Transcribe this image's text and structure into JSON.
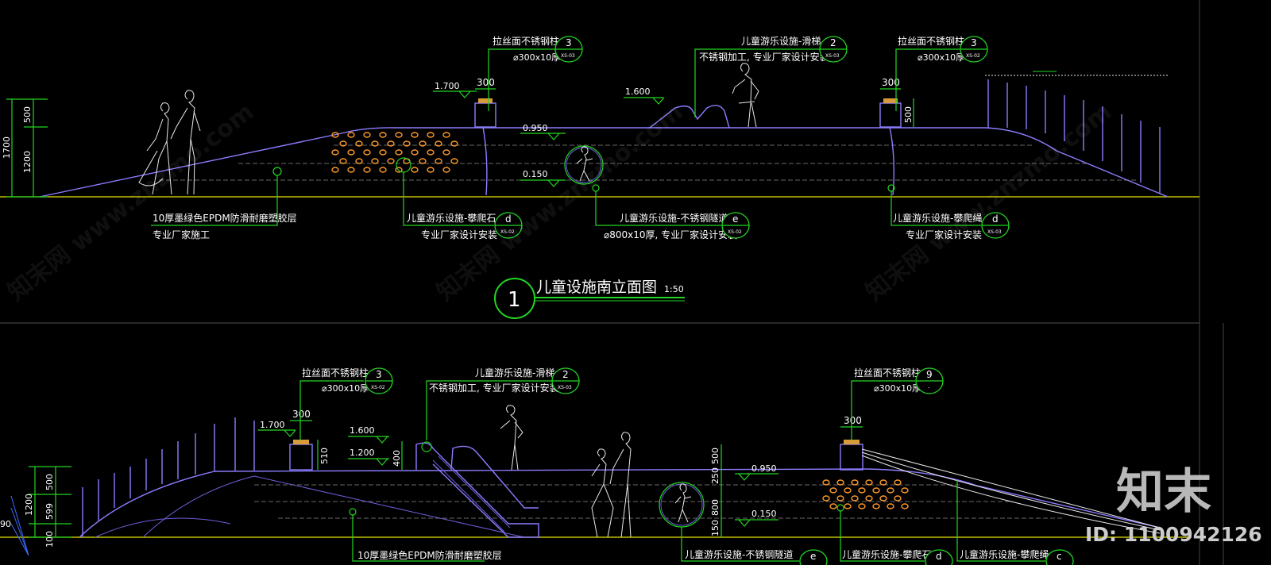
{
  "drawing1": {
    "callouts": {
      "post_left": {
        "line1": "拉丝面不锈钢柱",
        "line2": "⌀300x10厚",
        "bubble": "3",
        "ref": "XS-03"
      },
      "slide": {
        "line1": "儿童游乐设施-滑梯",
        "line2": "不锈钢加工, 专业厂家设计安装",
        "bubble": "2",
        "ref": "XS-03"
      },
      "post_right": {
        "line1": "拉丝面不锈钢柱",
        "line2": "⌀300x10厚",
        "bubble": "3",
        "ref": "XS-02"
      },
      "epdm": {
        "line1": "10厚墨绿色EPDM防滑耐磨塑胶层",
        "line2": "专业厂家施工"
      },
      "climb_stone": {
        "line1": "儿童游乐设施-攀爬石",
        "line2": "专业厂家设计安装",
        "bubble": "d",
        "ref": "XS-02"
      },
      "tunnel": {
        "line1": "儿童游乐设施-不锈钢隧道",
        "line2": "⌀800x10厚, 专业厂家设计安装",
        "bubble": "e",
        "ref": "XS-02"
      },
      "climb_rope": {
        "line1": "儿童游乐设施-攀爬绳",
        "line2": "专业厂家设计安装",
        "bubble": "d",
        "ref": "XS-03"
      }
    },
    "levels": {
      "post_l": "1.700",
      "post_r_dim": "300",
      "slide": "1.600",
      "mid": "0.950",
      "low": "0.150",
      "dim300_l": "300",
      "dim300_r": "300",
      "dim500_r": "500"
    },
    "dims_left": {
      "total": "1700",
      "top": "500",
      "bottom": "1200"
    },
    "title": {
      "number": "1",
      "text": "儿童设施南立面图",
      "scale": "1:50"
    }
  },
  "drawing2": {
    "callouts": {
      "post_left": {
        "line1": "拉丝面不锈钢柱",
        "line2": "⌀300x10厚",
        "bubble": "3",
        "ref": "XS-02"
      },
      "slide": {
        "line1": "儿童游乐设施-滑梯",
        "line2": "不锈钢加工, 专业厂家设计安装",
        "bubble": "2",
        "ref": "XS-03"
      },
      "post_right": {
        "line1": "拉丝面不锈钢柱",
        "line2": "⌀300x10厚",
        "bubble": "9",
        "ref": "-"
      },
      "epdm": {
        "line1": "10厚墨绿色EPDM防滑耐磨塑胶层"
      },
      "tunnel": {
        "line1": "儿童游乐设施-不锈钢隧道",
        "bubble": "e"
      },
      "climb_stone": {
        "line1": "儿童游乐设施-攀爬石",
        "bubble": "d"
      },
      "climb_rope": {
        "line1": "儿童游乐设施-攀爬绳",
        "bubble": "c"
      }
    },
    "levels": {
      "post": "1.700",
      "dim300_l": "300",
      "slide_top": "1.600",
      "slide_mid": "1.200",
      "mid": "0.950",
      "low": "0.150",
      "dim300_r": "300"
    },
    "dims": {
      "post_h": "510",
      "slide_h": "400",
      "left_top": "500",
      "left_mid": "1200",
      "left_low": "599",
      "left_base": "100",
      "partial": "90",
      "r_500": "500",
      "r_250": "250",
      "r_800": "800",
      "r_150": "150"
    }
  },
  "watermark": {
    "brand": "知末",
    "id_text": "ID: 1100942126",
    "faint": "知末网 www.znzmo.com"
  }
}
